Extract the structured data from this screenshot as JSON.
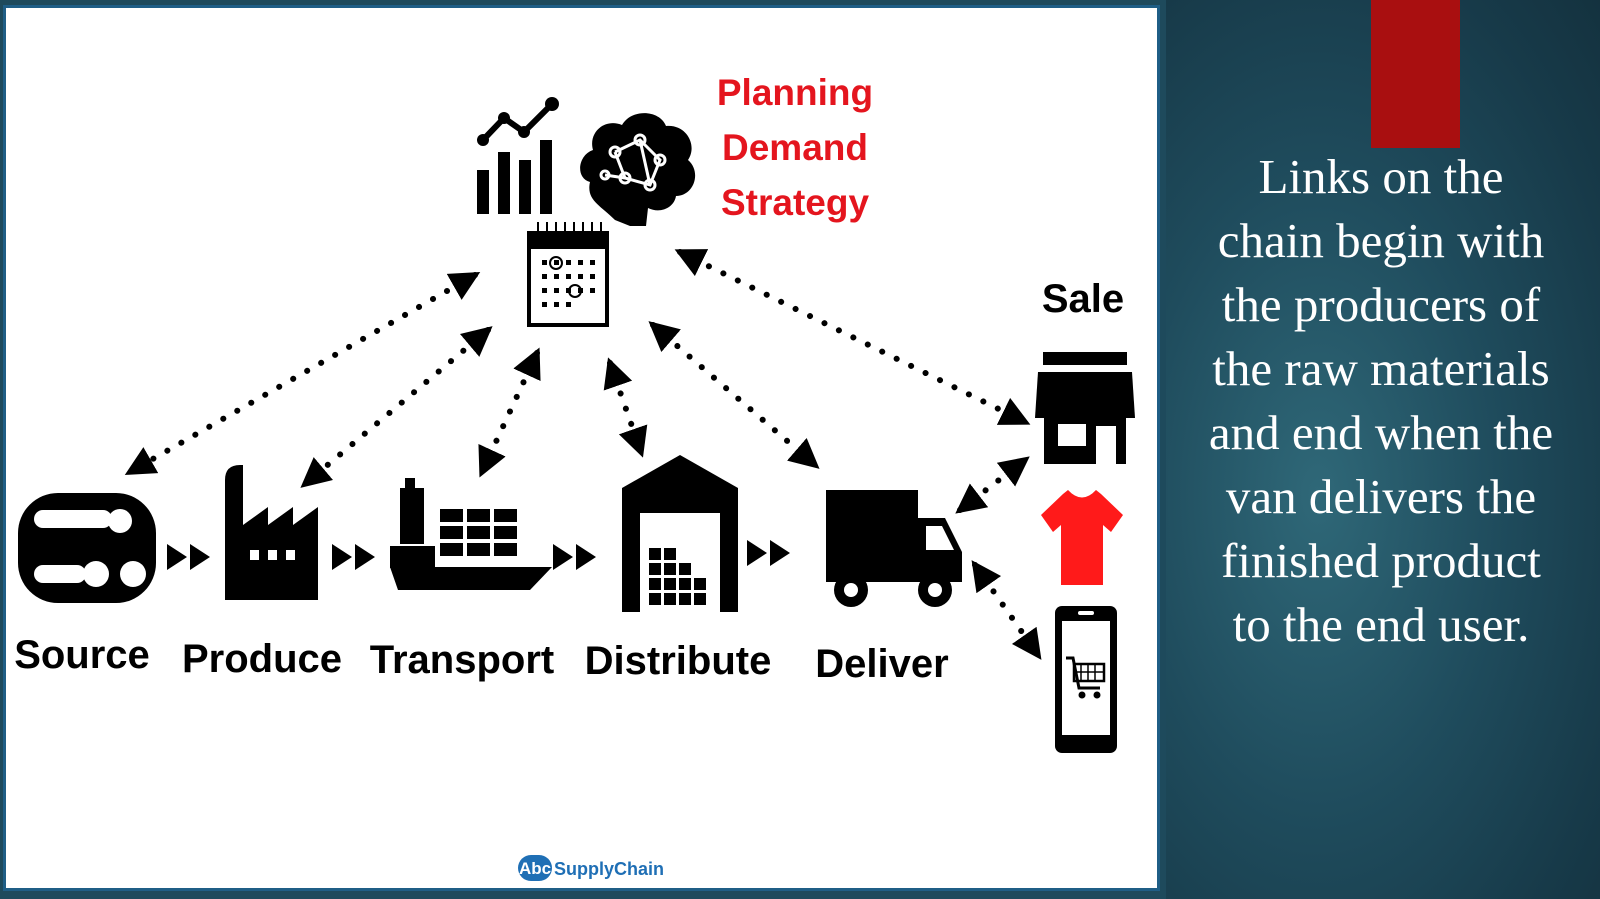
{
  "diagram": {
    "planning_lines": [
      "Planning",
      "Demand",
      "Strategy"
    ],
    "sale_label": "Sale",
    "stages": [
      "Source",
      "Produce",
      "Transport",
      "Distribute",
      "Deliver"
    ],
    "logo": {
      "badge": "Abc",
      "name": "SupplyChain"
    },
    "colors": {
      "accent": "#e4151e",
      "shirt": "#ff1a1a",
      "logo": "#1f6fb5",
      "frame": "#1f5e86"
    }
  },
  "side": {
    "text": "Links on the chain begin with the producers of the raw materials and end when the van delivers the finished product to the end user.",
    "accent_color": "#a90f10"
  }
}
